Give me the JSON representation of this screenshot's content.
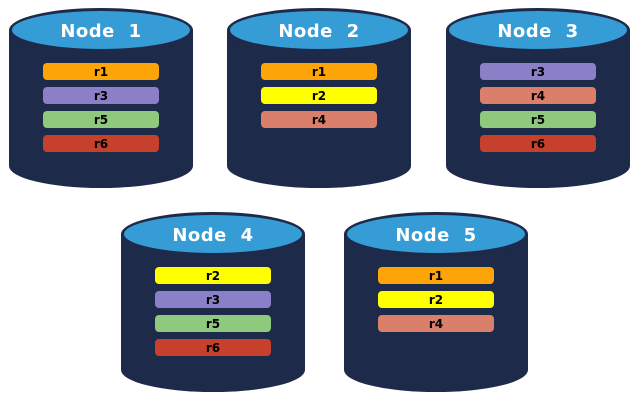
{
  "diagram": {
    "description_title": "",
    "background_color": "#ffffff"
  },
  "colors": {
    "cylinder_body": "#1E2A4A",
    "cylinder_top": "#369CD6",
    "replicas": {
      "r1": "#FCA408",
      "r2": "#FFFF00",
      "r3": "#8B80C8",
      "r4": "#D97F6A",
      "r5": "#8EC97D",
      "r6": "#C6402C"
    }
  },
  "nodes": [
    {
      "id": "node-1",
      "label": "Node 1",
      "replicas": [
        "r1",
        "r3",
        "r5",
        "r6"
      ]
    },
    {
      "id": "node-2",
      "label": "Node 2",
      "replicas": [
        "r1",
        "r2",
        "r4"
      ]
    },
    {
      "id": "node-3",
      "label": "Node 3",
      "replicas": [
        "r3",
        "r4",
        "r5",
        "r6"
      ]
    },
    {
      "id": "node-4",
      "label": "Node 4",
      "replicas": [
        "r2",
        "r3",
        "r5",
        "r6"
      ]
    },
    {
      "id": "node-5",
      "label": "Node 5",
      "replicas": [
        "r1",
        "r2",
        "r4"
      ]
    }
  ]
}
